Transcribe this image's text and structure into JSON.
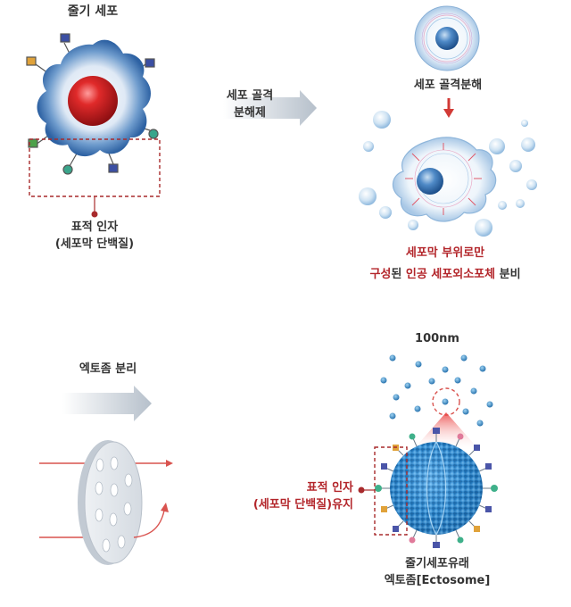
{
  "stem_cell": {
    "title": "줄기 세포"
  },
  "target_factor": {
    "line1": "표적 인자",
    "line2": "(세포막 단백질)"
  },
  "step1": {
    "line1": "세포 골격",
    "line2": "분해제"
  },
  "cytoskeleton_label": "세포 골격분해",
  "artificial_vesicle": {
    "part1": "세포막 부위로만",
    "part2a": "구성",
    "part2b": "된 ",
    "part2c": "인공 세포외소포체",
    "part2d": " 분비"
  },
  "step2": {
    "label": "엑토좀 분리"
  },
  "scale": {
    "label": "100nm"
  },
  "retained_factor": {
    "line1": "표적 인자",
    "line2a": "(세포막 단백질)",
    "line2b": "유지"
  },
  "ectosome": {
    "line1": "줄기세포유래",
    "line2": "엑토좀[Ectosome]"
  },
  "colors": {
    "accent_red": "#b3262b",
    "blue": "#2d6fa8",
    "arrow_gray": "#c6ced6",
    "red_line": "#d9534f"
  }
}
